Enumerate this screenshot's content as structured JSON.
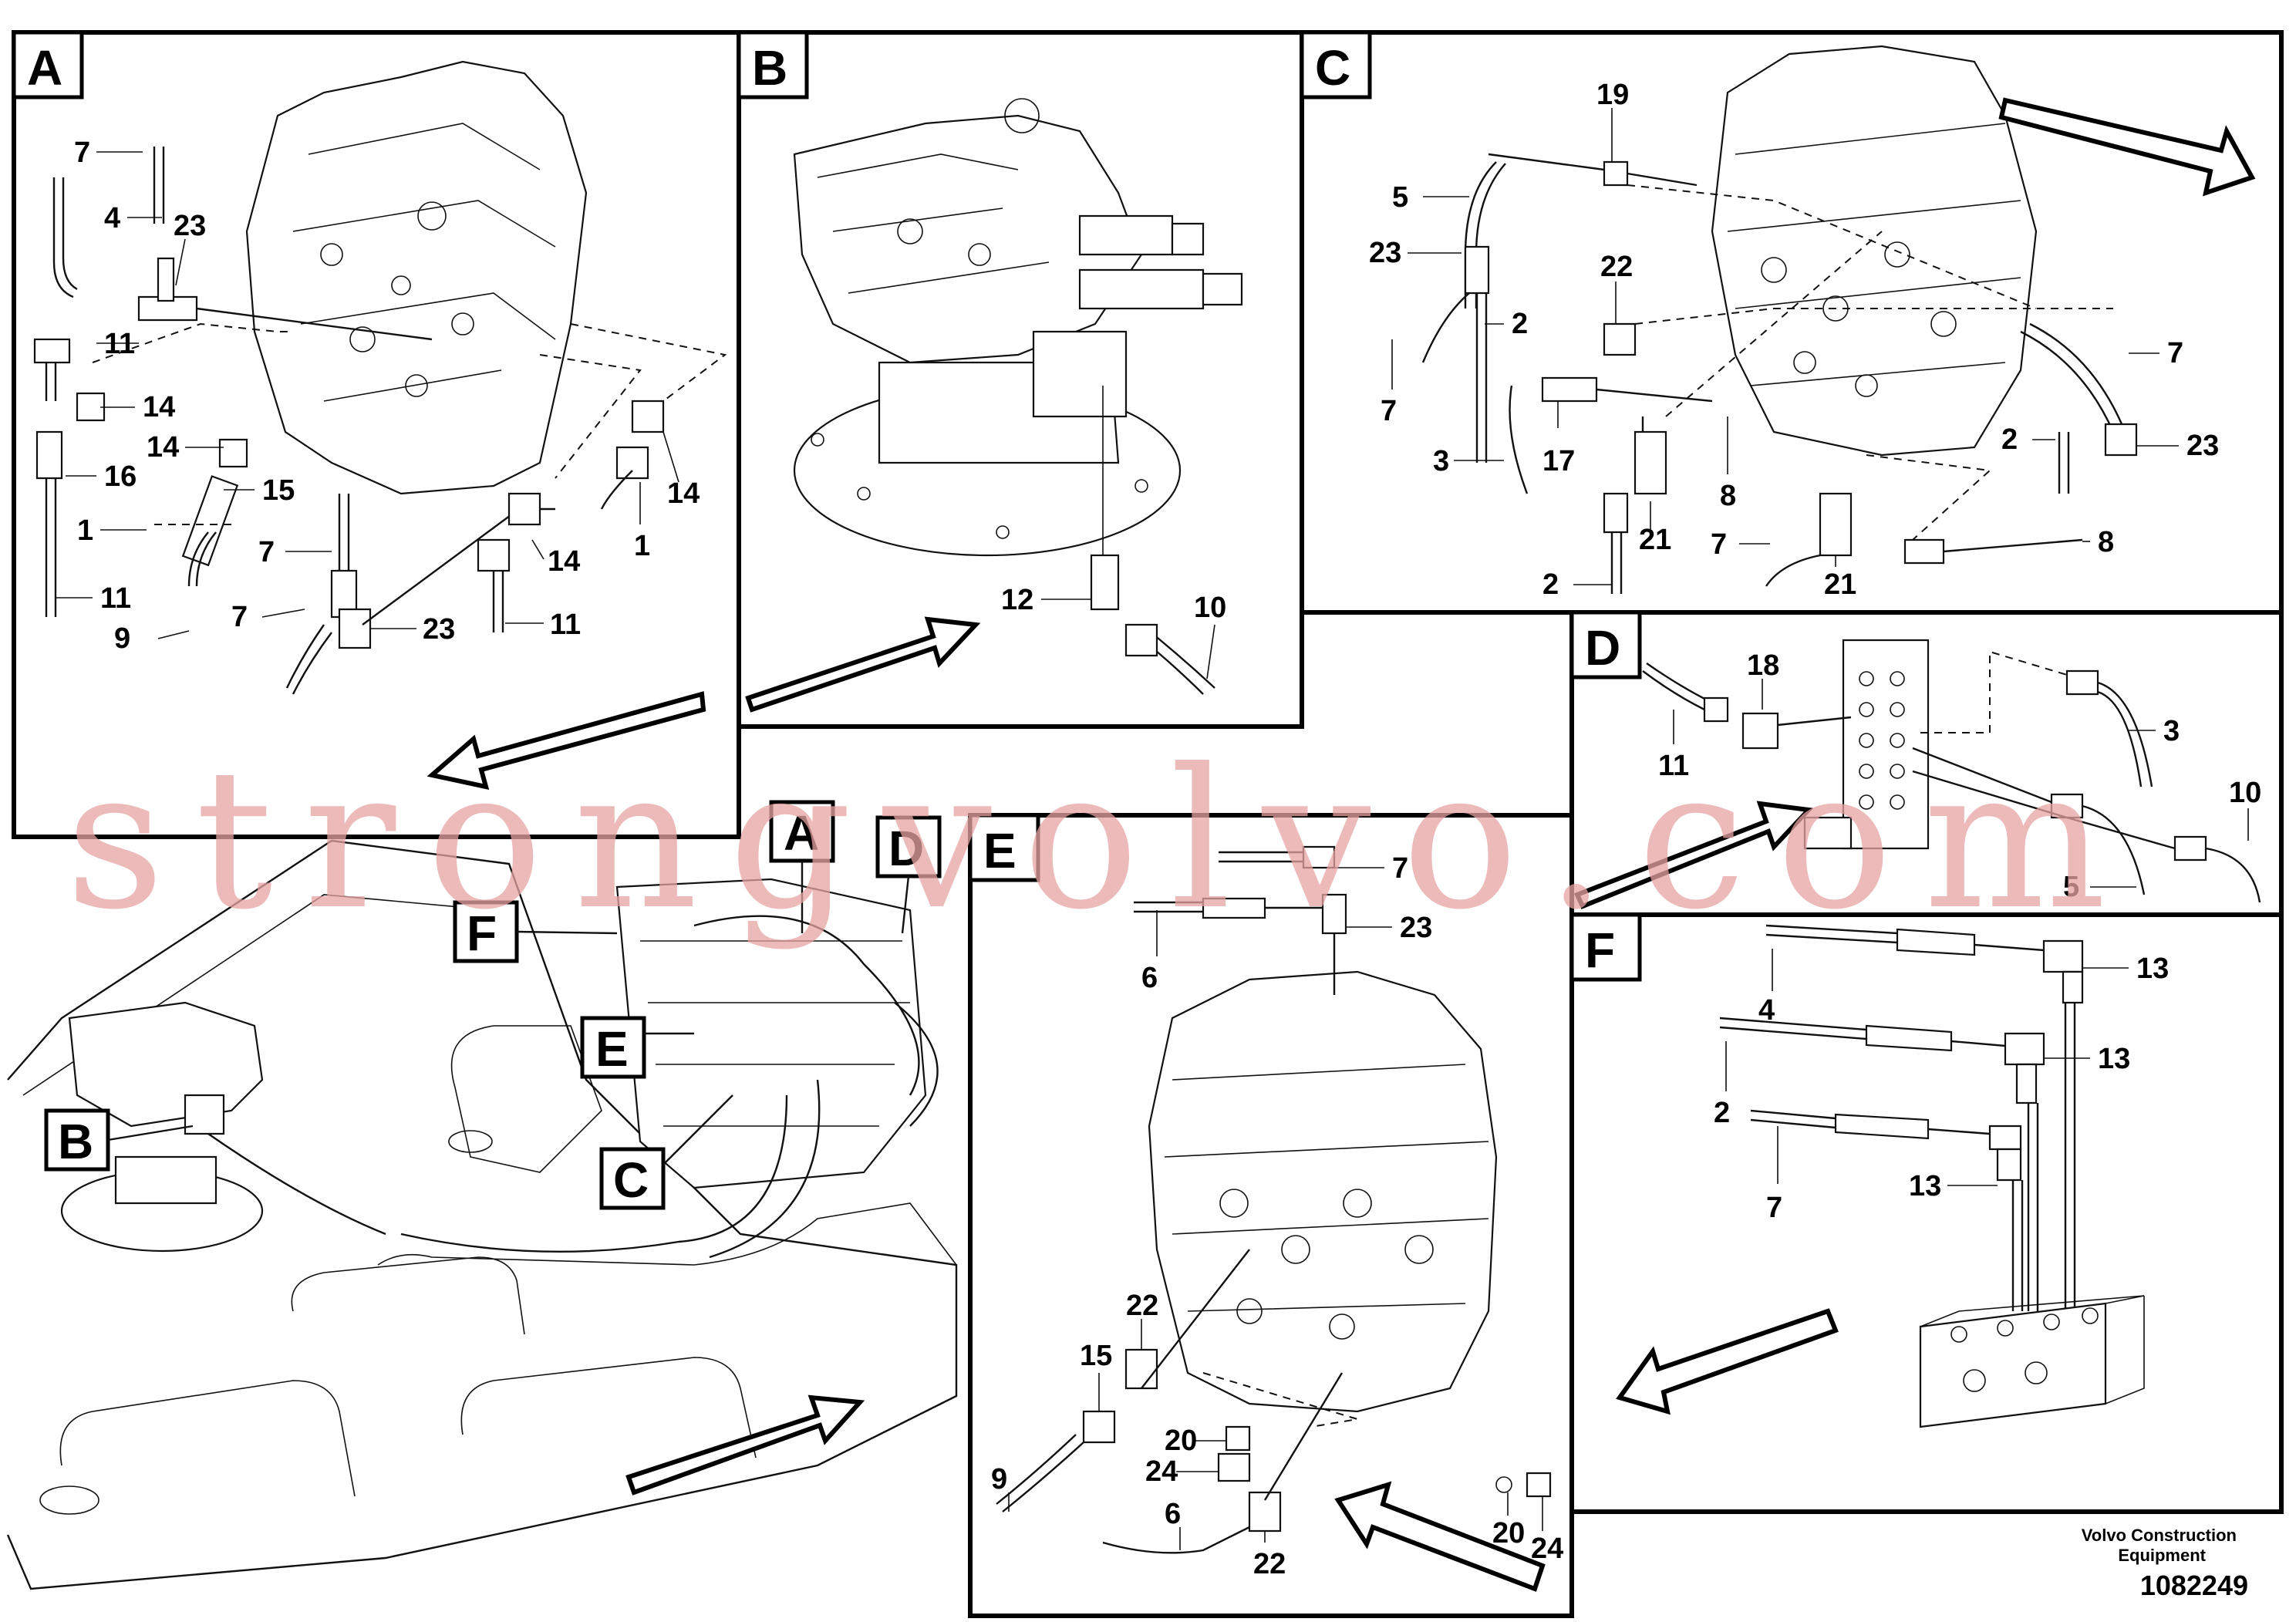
{
  "panels": {
    "A": {
      "label": "A",
      "callouts": [
        "7",
        "4",
        "23",
        "11",
        "14",
        "14",
        "16",
        "15",
        "1",
        "11",
        "9",
        "7",
        "7",
        "23",
        "14",
        "14",
        "1",
        "11"
      ]
    },
    "B": {
      "label": "B",
      "callouts": [
        "12",
        "10"
      ]
    },
    "C": {
      "label": "C",
      "callouts": [
        "19",
        "5",
        "23",
        "22",
        "2",
        "7",
        "3",
        "17",
        "8",
        "21",
        "7",
        "21",
        "2",
        "7",
        "2",
        "23",
        "8"
      ]
    },
    "D": {
      "label": "D",
      "callouts": [
        "18",
        "11",
        "3",
        "10",
        "5"
      ]
    },
    "E": {
      "label": "E",
      "callouts": [
        "7",
        "23",
        "6",
        "22",
        "15",
        "20",
        "24",
        "9",
        "6",
        "22",
        "20",
        "24"
      ]
    },
    "F": {
      "label": "F",
      "callouts": [
        "13",
        "4",
        "13",
        "2",
        "13",
        "7"
      ]
    }
  },
  "overview": {
    "labels": [
      "A",
      "D",
      "F",
      "E",
      "B",
      "C"
    ]
  },
  "watermark": "strongvolvo.com",
  "footer": {
    "company_line1": "Volvo Construction",
    "company_line2": "Equipment",
    "drawing_number": "1082249"
  }
}
